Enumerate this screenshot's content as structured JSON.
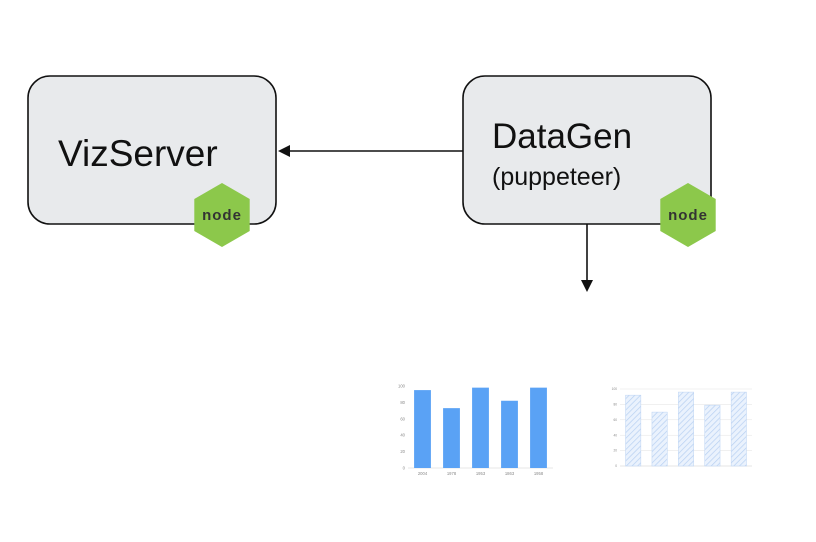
{
  "nodes": {
    "vizserver": {
      "title": "VizServer",
      "badge_icon": "nodejs-icon"
    },
    "datagen": {
      "title": "DataGen",
      "subtitle": "(puppeteer)",
      "badge_icon": "nodejs-icon"
    }
  },
  "badge": {
    "text": "node",
    "color": "#8cc84b",
    "text_color": "#333333"
  },
  "colors": {
    "box_fill": "#e8eaec",
    "box_stroke": "#111111",
    "edge": "#111111"
  },
  "chart_data": [
    {
      "type": "bar",
      "style": "solid",
      "bar_color": "#5aa2f5",
      "categories": [
        "2004",
        "1978",
        "1953",
        "1863",
        "1958"
      ],
      "values": [
        95,
        73,
        98,
        82,
        98
      ],
      "yticks": [
        0,
        20,
        40,
        60,
        80,
        100
      ],
      "ylim": [
        0,
        100
      ],
      "grid": false
    },
    {
      "type": "bar",
      "style": "hatched",
      "bar_color": "#c7dcf7",
      "categories": [
        "",
        "",
        "",
        "",
        ""
      ],
      "values": [
        92,
        70,
        96,
        79,
        96
      ],
      "yticks": [
        0,
        20,
        40,
        60,
        80,
        100
      ],
      "ylim": [
        0,
        100
      ],
      "grid": true
    }
  ]
}
